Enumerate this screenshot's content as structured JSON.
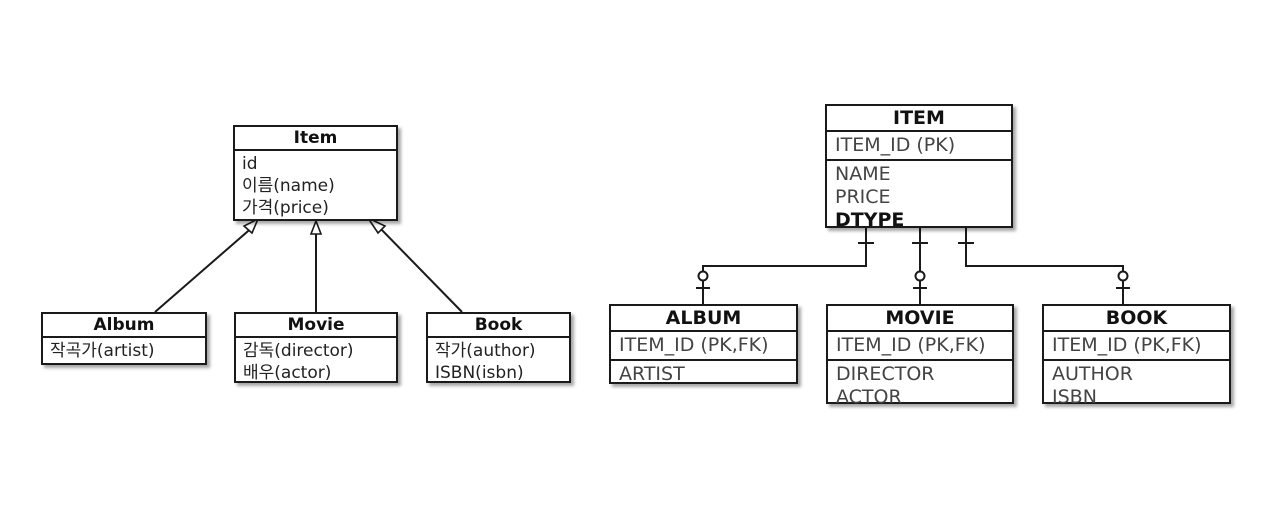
{
  "class_diagram": {
    "item": {
      "title": "Item",
      "fields": [
        "id",
        "이름(name)",
        "가격(price)"
      ]
    },
    "album": {
      "title": "Album",
      "fields": [
        "작곡가(artist)"
      ]
    },
    "movie": {
      "title": "Movie",
      "fields": [
        "감독(director)",
        "배우(actor)"
      ]
    },
    "book": {
      "title": "Book",
      "fields": [
        "작가(author)",
        "ISBN(isbn)"
      ]
    }
  },
  "er_diagram": {
    "item": {
      "title": "ITEM",
      "pk": "ITEM_ID (PK)",
      "columns": [
        "NAME",
        "PRICE",
        "DTYPE"
      ]
    },
    "album": {
      "title": "ALBUM",
      "pk": "ITEM_ID (PK,FK)",
      "columns": [
        "ARTIST"
      ]
    },
    "movie": {
      "title": "MOVIE",
      "pk": "ITEM_ID (PK,FK)",
      "columns": [
        "DIRECTOR",
        "ACTOR"
      ]
    },
    "book": {
      "title": "BOOK",
      "pk": "ITEM_ID (PK,FK)",
      "columns": [
        "AUTHOR",
        "ISBN"
      ]
    }
  }
}
